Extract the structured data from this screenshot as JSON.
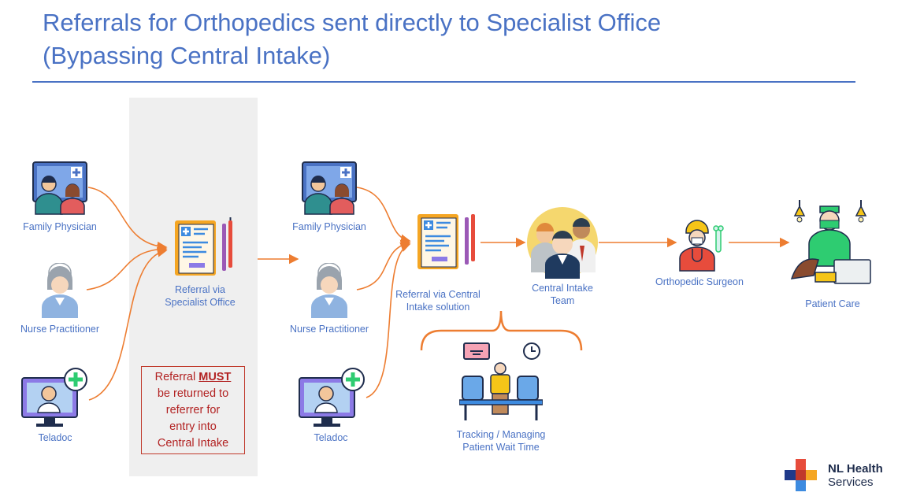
{
  "title": {
    "line1": "Referrals for Orthopedics sent directly to Specialist Office",
    "line2": "(Bypassing Central Intake)"
  },
  "left_group": {
    "family_physician": "Family Physician",
    "nurse_practitioner": "Nurse Practitioner",
    "teladoc": "Teladoc"
  },
  "specialist_referral": {
    "label_line1": "Referral via",
    "label_line2": "Specialist Office"
  },
  "note": {
    "line1_prefix": "Referral ",
    "line1_emph": "MUST",
    "line2": "be returned to",
    "line3": "referrer for",
    "line4": "entry into",
    "line5": "Central Intake"
  },
  "right_group": {
    "family_physician": "Family Physician",
    "nurse_practitioner": "Nurse Practitioner",
    "teladoc": "Teladoc"
  },
  "central_referral": {
    "label_line1": "Referral via Central",
    "label_line2": "Intake solution"
  },
  "central_team": {
    "label_line1": "Central Intake",
    "label_line2": "Team"
  },
  "surgeon": {
    "label": "Orthopedic Surgeon"
  },
  "patient_care": {
    "label": "Patient Care"
  },
  "tracking": {
    "label_line1": "Tracking / Managing",
    "label_line2": "Patient Wait Time"
  },
  "logo": {
    "line1": "NL Health",
    "line2": "Services"
  },
  "colors": {
    "accent": "#4a72c4",
    "arrow": "#ed7d31",
    "warning": "#c0392b"
  }
}
